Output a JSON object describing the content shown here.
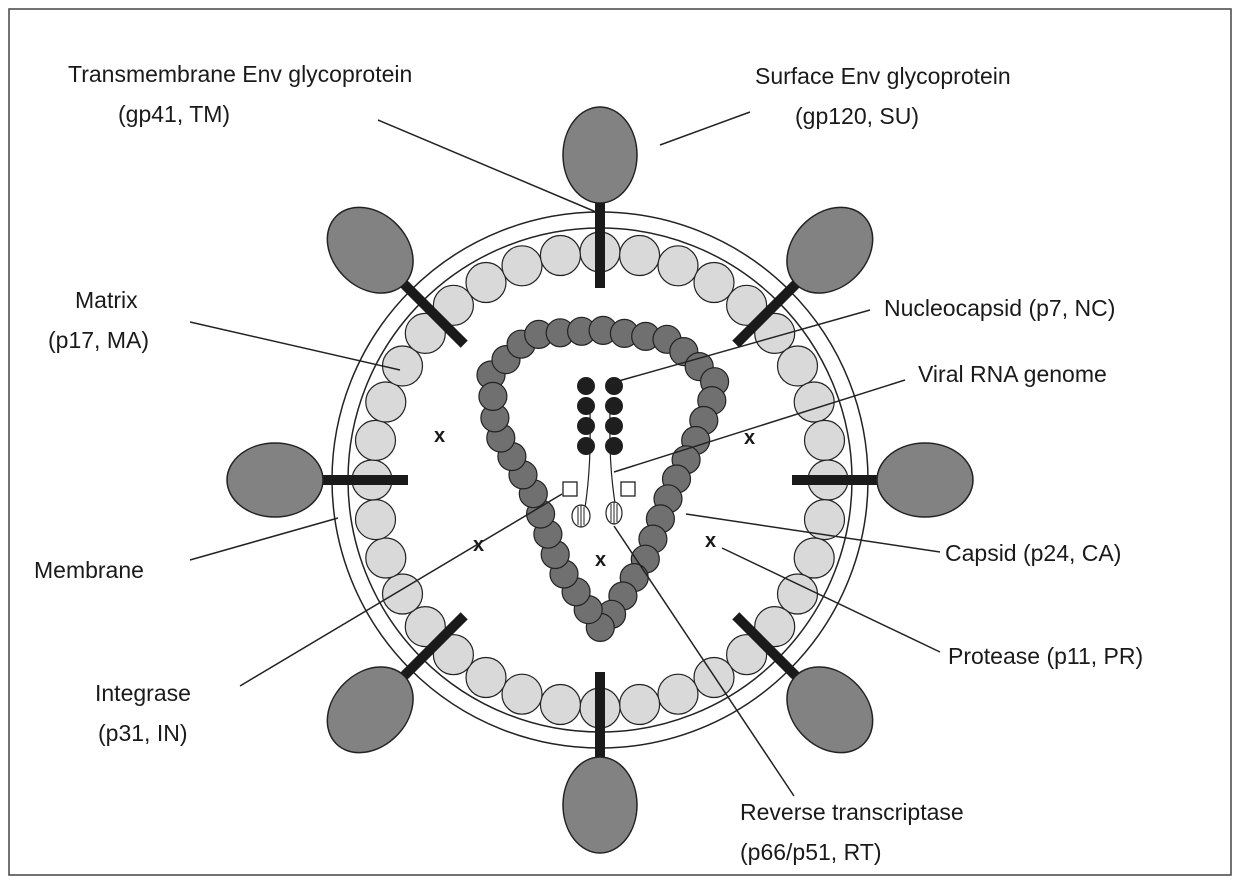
{
  "labels": {
    "tm_env_line1": "Transmembrane Env glycoprotein",
    "tm_env_line2": "(gp41, TM)",
    "su_env_line1": "Surface Env glycoprotein",
    "su_env_line2": "(gp120, SU)",
    "matrix_line1": "Matrix",
    "matrix_line2": "(p17, MA)",
    "nucleocapsid": "Nucleocapsid (p7, NC)",
    "viral_rna": "Viral RNA genome",
    "membrane": "Membrane",
    "capsid": "Capsid (p24, CA)",
    "protease": "Protease (p11, PR)",
    "integrase_line1": "Integrase",
    "integrase_line2": "(p31, IN)",
    "rt_line1": "Reverse transcriptase",
    "rt_line2": "(p66/p51, RT)"
  },
  "enzyme_marker": "x",
  "colors": {
    "envelope_spike": "#828282",
    "matrix_protein": "#d9d9d9",
    "capsid_protein": "#707070",
    "nucleocapsid_protein": "#1e1e1e",
    "stem": "#1a1a1a",
    "outline": "#222222"
  }
}
